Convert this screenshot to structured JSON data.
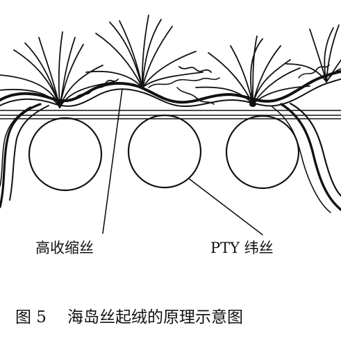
{
  "labels": {
    "high_shrink_yarn": "高收缩丝",
    "pty_weft_yarn": "PTY 纬丝"
  },
  "caption": {
    "figure_number": "图 5",
    "title": "海岛丝起绒的原理示意图"
  },
  "colors": {
    "ink": "#111111",
    "background": "#ffffff"
  }
}
